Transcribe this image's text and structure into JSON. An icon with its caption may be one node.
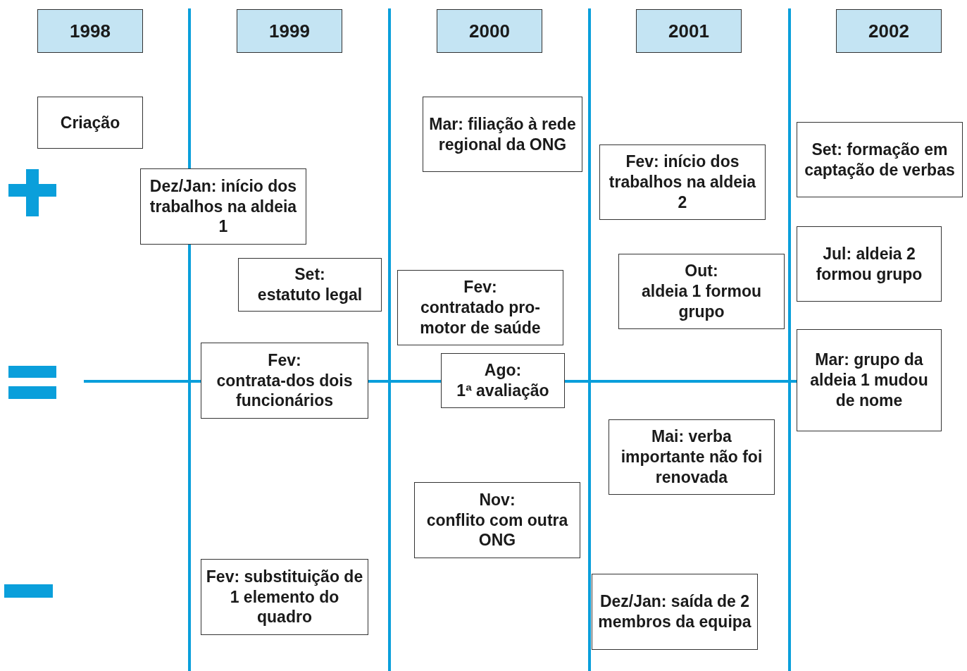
{
  "diagram": {
    "nodes": [
      {
        "text": [
          "1998"
        ]
      },
      {
        "text": [
          "1999"
        ]
      },
      {
        "text": [
          "2000"
        ]
      },
      {
        "text": [
          "2001"
        ]
      },
      {
        "text": [
          "2002"
        ]
      },
      {
        "text": [
          "Criação"
        ]
      },
      {
        "text": [
          "Dez/Jan: início dos trabalhos na aldeia 1"
        ]
      },
      {
        "text": [
          "Set:",
          "estatuto legal"
        ]
      },
      {
        "text": [
          "Fev:",
          "contrata-dos dois funcionários"
        ]
      },
      {
        "text": [
          "Fev: substituição de 1 elemento do quadro"
        ]
      },
      {
        "text": [
          "Mar: filiação à rede regional da ONG"
        ]
      },
      {
        "text": [
          "Fev:",
          "contratado pro-motor de saúde"
        ]
      },
      {
        "text": [
          "Ago:",
          "1ª avaliação"
        ]
      },
      {
        "text": [
          "Nov:",
          "conflito com outra ONG"
        ]
      },
      {
        "text": [
          "Fev: início dos trabalhos na aldeia 2"
        ]
      },
      {
        "text": [
          "Out:",
          "aldeia 1 formou grupo"
        ]
      },
      {
        "text": [
          "Mai: verba importante não foi renovada"
        ]
      },
      {
        "text": [
          "Dez/Jan: saída de 2 membros da equipa"
        ]
      },
      {
        "text": [
          "Set: formação em captação de verbas"
        ]
      },
      {
        "text": [
          "Jul: aldeia 2 formou grupo"
        ]
      },
      {
        "text": [
          "Mar: grupo da aldeia 1 mudou de nome"
        ]
      }
    ]
  }
}
